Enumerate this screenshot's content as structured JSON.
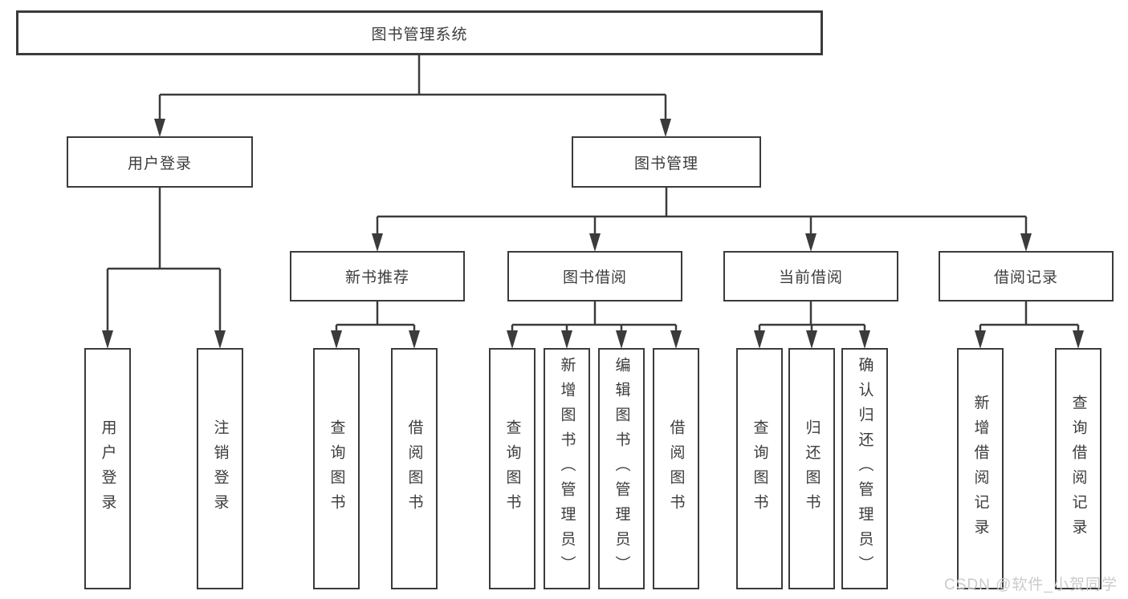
{
  "watermark": "CSDN @软件_小贺同学",
  "colors": {
    "line": "#3b3b3b",
    "box_border": "#3b3b3b",
    "text": "#3c3c3c",
    "watermark_text": "#cbcbcb",
    "background": "#ffffff"
  },
  "tree": {
    "root": {
      "label": "图书管理系统"
    },
    "branches": [
      {
        "label": "用户登录",
        "children": [
          {
            "label": "用户登录"
          },
          {
            "label": "注销登录"
          }
        ]
      },
      {
        "label": "图书管理",
        "children": [
          {
            "label": "新书推荐",
            "children": [
              {
                "label": "查询图书"
              },
              {
                "label": "借阅图书"
              }
            ]
          },
          {
            "label": "图书借阅",
            "children": [
              {
                "label": "查询图书"
              },
              {
                "label": "新增图书（管理员）"
              },
              {
                "label": "编辑图书（管理员）"
              },
              {
                "label": "借阅图书"
              }
            ]
          },
          {
            "label": "当前借阅",
            "children": [
              {
                "label": "查询图书"
              },
              {
                "label": "归还图书"
              },
              {
                "label": "确认归还（管理员）"
              }
            ]
          },
          {
            "label": "借阅记录",
            "children": [
              {
                "label": "新增借阅记录"
              },
              {
                "label": "查询借阅记录"
              }
            ]
          }
        ]
      }
    ]
  }
}
